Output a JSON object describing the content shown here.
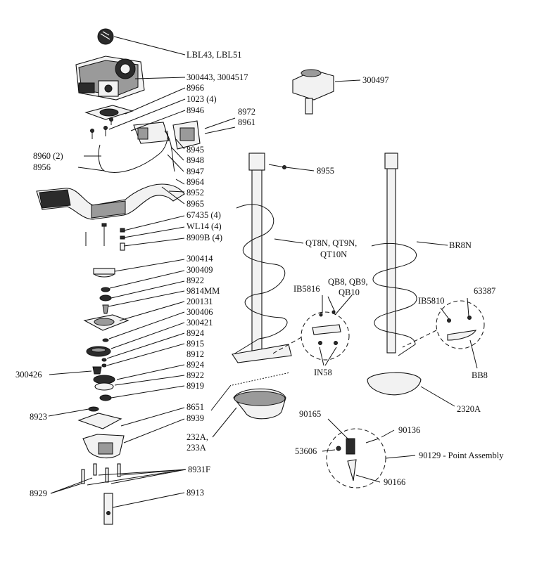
{
  "callouts": {
    "lbl43": "LBL43, LBL51",
    "engine": "300443, 3004517",
    "c8966": "8966",
    "c1023": "1023 (4)",
    "c8946": "8946",
    "c8972": "8972",
    "c8961": "8961",
    "c300497": "300497",
    "c8960": "8960 (2)",
    "c8956": "8956",
    "c8945": "8945",
    "c8948": "8948",
    "c8947": "8947",
    "c8955": "8955",
    "c8964": "8964",
    "c8952": "8952",
    "c8965": "8965",
    "c67435": "67435 (4)",
    "wl14": "WL14 (4)",
    "c8909b": "8909B (4)",
    "qt_line1": "QT8N, QT9N,",
    "qt_line2": "QT10N",
    "br8n": "BR8N",
    "c300414": "300414",
    "c300409": "300409",
    "c8922a": "8922",
    "c9814": "9814MM",
    "c200131": "200131",
    "c300406": "300406",
    "c300421": "300421",
    "c8924a": "8924",
    "c8915": "8915",
    "c8912": "8912",
    "c8924b": "8924",
    "c8922b": "8922",
    "c8919": "8919",
    "c300426": "300426",
    "ib5816": "IB5816",
    "qb_line1": "QB8, QB9,",
    "qb_line2": "QB10",
    "ib5810": "IB5810",
    "c63387": "63387",
    "in58": "IN58",
    "bb8": "BB8",
    "c8651": "8651",
    "c8939": "8939",
    "c8923": "8923",
    "c232a": "232A,",
    "c233a": "233A",
    "c2320a": "2320A",
    "c90165": "90165",
    "c90136": "90136",
    "c53606": "53606",
    "point_assembly": "90129 - Point Assembly",
    "c90166": "90166",
    "c8931f": "8931F",
    "c8929": "8929",
    "c8913": "8913"
  }
}
